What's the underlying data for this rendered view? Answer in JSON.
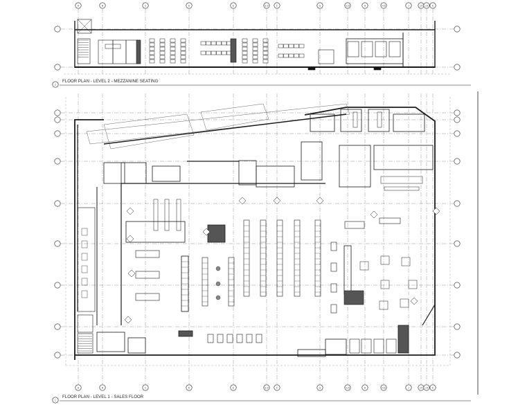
{
  "drawings": [
    {
      "number": "2",
      "title": "FLOOR PLAN - LEVEL 2 - MEZZANINE SEATING"
    },
    {
      "number": "1",
      "title": "FLOOR PLAN - LEVEL 1 - SALES FLOOR"
    }
  ],
  "grid_columns": [
    "A",
    "B",
    "C",
    "D",
    "E",
    "E.9",
    "F",
    "G",
    "G.5",
    "H",
    "H.5",
    "J",
    "J.5",
    "J.9",
    "K"
  ],
  "colors": {
    "line": "#1a1a1a",
    "grid": "#777777",
    "hatch": "#555555",
    "background": "#ffffff"
  }
}
